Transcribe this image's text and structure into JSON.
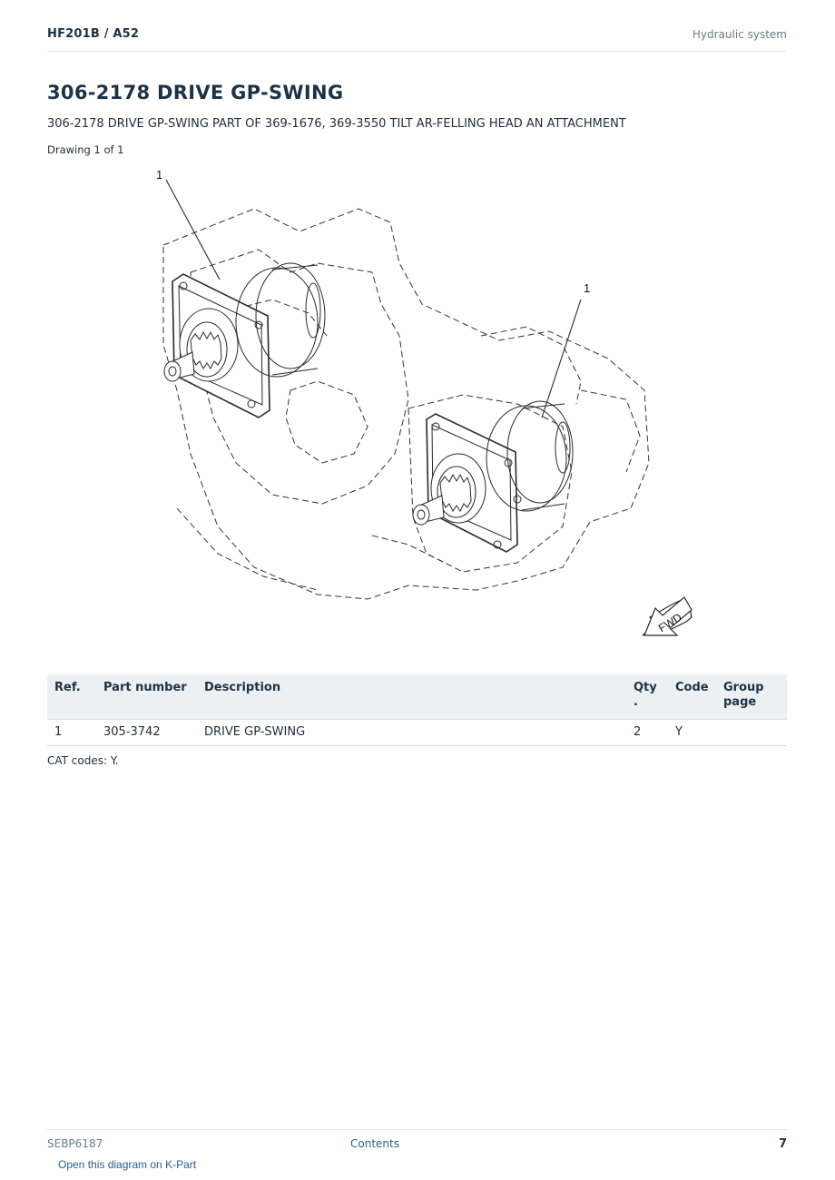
{
  "header": {
    "model": "HF201B  /  A52",
    "section": "Hydraulic system"
  },
  "title": "306-2178 DRIVE GP-SWING",
  "subtitle": "306-2178 DRIVE GP-SWING PART OF 369-1676, 369-3550 TILT AR-FELLING HEAD AN ATTACHMENT",
  "drawing_label": "Drawing 1 of 1",
  "drawing": {
    "callouts": [
      "1",
      "1"
    ],
    "direction_label": "FWD"
  },
  "table": {
    "headers": {
      "ref": "Ref.",
      "part_number": "Part number",
      "description": "Description",
      "qty": "Qty .",
      "code": "Code",
      "group_page": "Group page"
    },
    "rows": [
      {
        "ref": "1",
        "part_number": "305-3742",
        "description": "DRIVE GP-SWING",
        "qty": "2",
        "code": "Y",
        "group_page": ""
      }
    ]
  },
  "cat_codes": "CAT codes: Y.",
  "footer": {
    "doc_number": "SEBP6187",
    "contents_link": "Contents",
    "page_number": "7"
  },
  "kpart_link": "Open this diagram on K-Part"
}
